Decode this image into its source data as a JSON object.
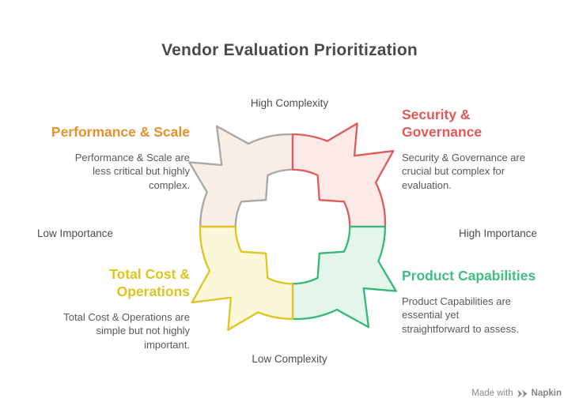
{
  "title": "Vendor Evaluation Prioritization",
  "axes": {
    "top": "High Complexity",
    "bottom": "Low Complexity",
    "left": "Low Importance",
    "right": "High Importance"
  },
  "quadrants": {
    "performance": {
      "heading": "Performance & Scale",
      "description": "Performance & Scale are\nless critical but highly\ncomplex.",
      "color": "#E8912C"
    },
    "security": {
      "heading": "Security &\nGovernance",
      "description": "Security & Governance are\ncrucial but complex for\nevaluation.",
      "color": "#E25757"
    },
    "total_cost": {
      "heading": "Total Cost &\nOperations",
      "description": "Total Cost & Operations are\nsimple but not highly\nimportant.",
      "color": "#DFC31F"
    },
    "product": {
      "heading": "Product Capabilities",
      "description": "Product Capabilities are\nessential yet\nstraightforward to assess.",
      "color": "#3FBF82"
    }
  },
  "cycle": {
    "segments": {
      "security": {
        "fill": "#FCEAE8",
        "stroke": "#DD5C5C"
      },
      "product": {
        "fill": "#E4F6EC",
        "stroke": "#38B877"
      },
      "total_cost": {
        "fill": "#FBF7D9",
        "stroke": "#E0C422"
      },
      "performance": {
        "fill": "#F8EEE5",
        "stroke": "#A8A8A8"
      }
    }
  },
  "footer": {
    "made_with": "Made with",
    "brand": "Napkin",
    "logo_icon": "napkin-chevrons-icon"
  }
}
